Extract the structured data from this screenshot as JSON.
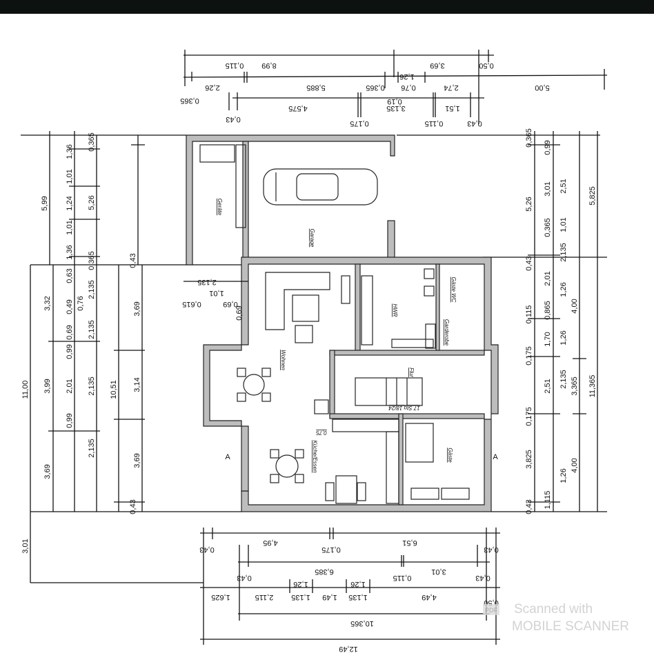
{
  "rooms": {
    "geraete": "Geräte",
    "garage": "Garage",
    "wohnen": "Wohnen",
    "hwr": "HWR",
    "gaeste_wc": "Gäste WC",
    "garderobe": "Garderobe",
    "flur": "Flur",
    "kueche": "Küche/Essen",
    "gaeste": "Gäste",
    "stairs": "17 Stg 18/24",
    "niche": "0,75",
    "section_a": "A"
  },
  "dims_top": [
    "8,99",
    "0,115",
    "3,69",
    "0,50",
    "0,365",
    "2,26",
    "5,885",
    "0,365",
    "0,19",
    "0,76",
    "1,26",
    "2,74",
    "5,00",
    "0,43",
    "4,575",
    "0,175",
    "3,135",
    "0,115",
    "1,51",
    "0,43"
  ],
  "dims_bottom": [
    "0,43",
    "4,95",
    "0,175",
    "6,51",
    "0,43",
    "0,43",
    "6,385",
    "0,115",
    "3,01",
    "0,43",
    "1,625",
    "2,115",
    "1,135",
    "1,26",
    "1,49",
    "1,135",
    "1,26",
    "4,49",
    "0,50",
    "10,365",
    "12,49"
  ],
  "dims_left": [
    "5,99",
    "11,00",
    "3,01",
    "1,36",
    "1,01",
    "1,24",
    "1,01",
    "1,36",
    "3,32",
    "3,99",
    "3,69",
    "0,365",
    "5,26",
    "0,365",
    "3,69",
    "3,14",
    "3,69",
    "0,43",
    "0,43",
    "10,51",
    "2,135",
    "2,135",
    "2,135",
    "2,135",
    "0,76",
    "0,99",
    "2,01",
    "0,99",
    "0,49",
    "0,69",
    "0,63"
  ],
  "dims_right": [
    "0,365",
    "5,26",
    "0,43",
    "0,115",
    "0,175",
    "0,175",
    "3,825",
    "0,43",
    "0,99",
    "3,01",
    "0,365",
    "2,01",
    "1,70",
    "2,51",
    "0,865",
    "2,51",
    "1,01",
    "2,135",
    "1,26",
    "1,26",
    "2,135",
    "1,26",
    "5,825",
    "4,00",
    "3,365",
    "4,00",
    "11,365",
    "1,115"
  ],
  "dims_misc": [
    "2,135",
    "1,01",
    "0,615",
    "0,69",
    "0,69"
  ],
  "watermark": {
    "line1": "Scanned with",
    "line2": "MOBILE SCANNER",
    "badge": "PDF"
  }
}
